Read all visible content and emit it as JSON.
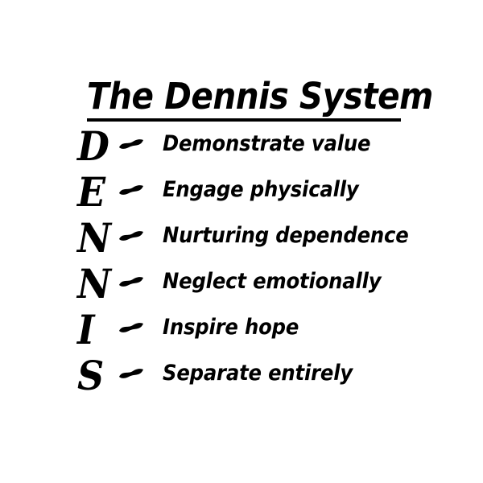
{
  "poster": {
    "background_color": "#ffffff",
    "text_color": "#000000",
    "title": "The Dennis System",
    "separator_glyph": "-",
    "acronym": "DENNIS",
    "items": [
      {
        "letter": "D",
        "dash": "-",
        "phrase": "Demonstrate value"
      },
      {
        "letter": "E",
        "dash": "-",
        "phrase": "Engage physically"
      },
      {
        "letter": "N",
        "dash": "-",
        "phrase": "Nurturing dependence"
      },
      {
        "letter": "N",
        "dash": "-",
        "phrase": "Neglect emotionally"
      },
      {
        "letter": "I",
        "dash": "-",
        "phrase": "Inspire hope"
      },
      {
        "letter": "S",
        "dash": "-",
        "phrase": "Separate entirely"
      }
    ]
  }
}
